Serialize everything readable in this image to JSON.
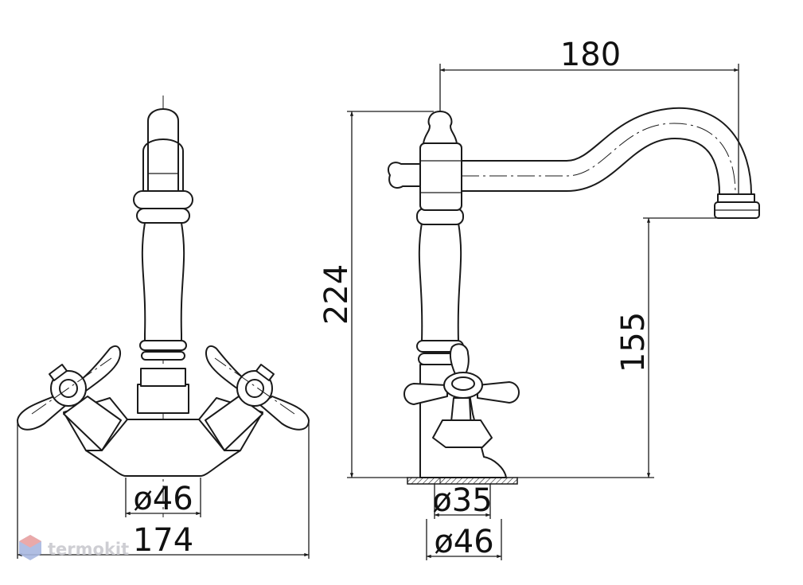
{
  "dimensions": {
    "total_width": "180",
    "total_height": "224",
    "spout_height": "155",
    "front_base_diameter": "ø46",
    "front_overall_width": "174",
    "side_base_diameter_inner": "ø35",
    "side_base_diameter_outer": "ø46"
  },
  "watermark": {
    "text": "termokit"
  },
  "colors": {
    "line": "#1a1a1a",
    "watermark": "#c9c9cf",
    "watermark_logo_red": "#e8a0a0",
    "watermark_logo_blue": "#a8b8e0"
  }
}
